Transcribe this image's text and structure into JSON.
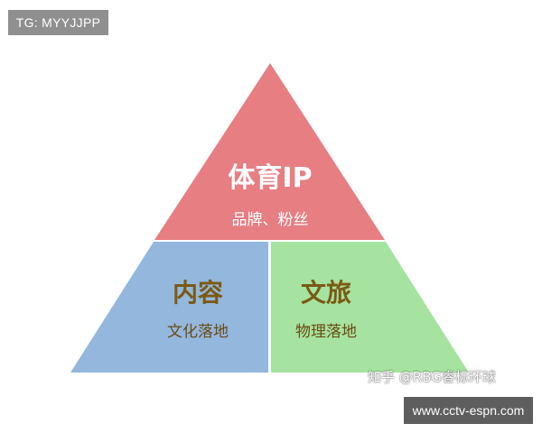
{
  "tag_badge": {
    "text": "TG: MYYJJPP"
  },
  "diagram": {
    "top": {
      "title": "体育IP",
      "subtitle": "品牌、粉丝",
      "color": "#e77e82"
    },
    "bottom_left": {
      "title": "内容",
      "subtitle": "文化落地",
      "color": "#94b7dd"
    },
    "bottom_right": {
      "title": "文旅",
      "subtitle": "物理落地",
      "color": "#a6e3a0"
    },
    "title_color": "#7a5a14",
    "subtitle_color_top": "#ffffff",
    "subtitle_color_bottom": "#6b4a14"
  },
  "watermark": {
    "text": "知乎 @RBG睿标环球"
  },
  "site_badge": {
    "text": "www.cctv-espn.com"
  }
}
